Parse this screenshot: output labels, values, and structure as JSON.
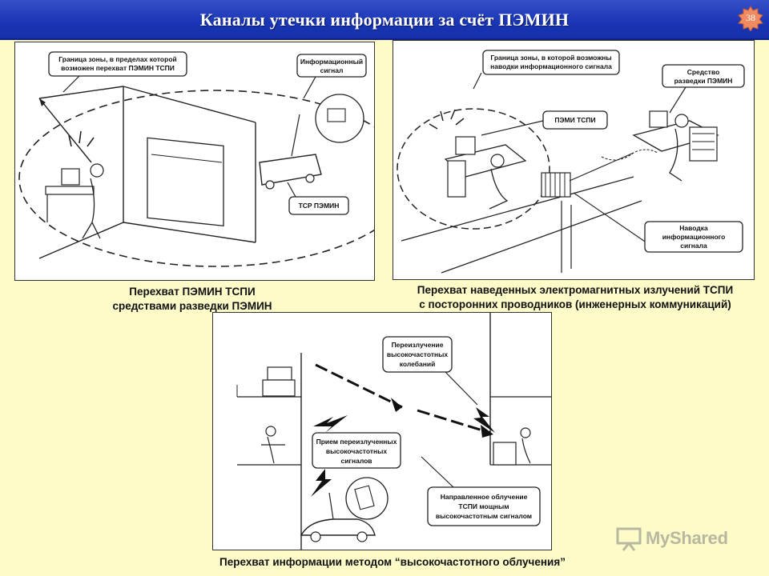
{
  "slide": {
    "title": "Каналы утечки информации за счёт ПЭМИН",
    "page_number": "38"
  },
  "panel1": {
    "caption_line1": "Перехват ПЭМИН ТСПИ",
    "caption_line2": "средствами разведки ПЭМИН",
    "callouts": {
      "zone_line1": "Граница зоны, в пределах которой",
      "zone_line2": "возможен перехват ПЭМИН ТСПИ",
      "signal_line1": "Информационный",
      "signal_line2": "сигнал",
      "tsr": "ТСР ПЭМИН"
    }
  },
  "panel2": {
    "caption_line1": "Перехват наведенных электромагнитных излучений ТСПИ",
    "caption_line2": "с посторонних проводников (инженерных коммуникаций)",
    "callouts": {
      "zone_line1": "Граница зоны, в которой возможны",
      "zone_line2": "наводки информационного сигнала",
      "means_line1": "Средство",
      "means_line2": "разведки ПЭМИН",
      "pemi": "ПЭМИ ТСПИ",
      "induction_line1": "Наводка",
      "induction_line2": "информационного",
      "induction_line3": "сигнала"
    }
  },
  "panel3": {
    "caption": "Перехват информации методом “высокочастотного облучения”",
    "callouts": {
      "reemit_line1": "Переизлучение",
      "reemit_line2": "высокочастотных",
      "reemit_line3": "колебаний",
      "receive_line1": "Прием переизлученных",
      "receive_line2": "высокочастотных",
      "receive_line3": "сигналов",
      "directed_line1": "Направленное облучение",
      "directed_line2": "ТСПИ мощным",
      "directed_line3": "высокочастотным сигналом"
    }
  },
  "watermark": {
    "text": "MyShared"
  },
  "colors": {
    "background": "#fdfbc8",
    "title_bar": "#1a35b5",
    "badge": "#f08a60"
  }
}
